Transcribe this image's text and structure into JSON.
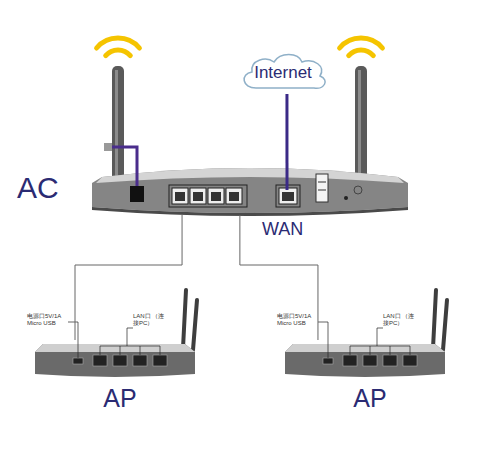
{
  "diagram": {
    "nodes": [
      {
        "text": [
          "AC"
        ]
      },
      {
        "text": [
          "Internet"
        ]
      },
      {
        "text": [
          "AP",
          "电源口5V/1A Micro USB",
          "LAN口 （连接PC）"
        ]
      },
      {
        "text": [
          "AP",
          "电源口5V/1A Micro USB",
          "LAN口 （连接PC）"
        ]
      }
    ],
    "edges": [
      {
        "from": 1,
        "to": 0,
        "arrow": "none"
      },
      {
        "from": 0,
        "to": 2,
        "arrow": "none"
      },
      {
        "from": 0,
        "to": 3,
        "arrow": "none"
      }
    ],
    "labels": [
      "WAN"
    ]
  }
}
